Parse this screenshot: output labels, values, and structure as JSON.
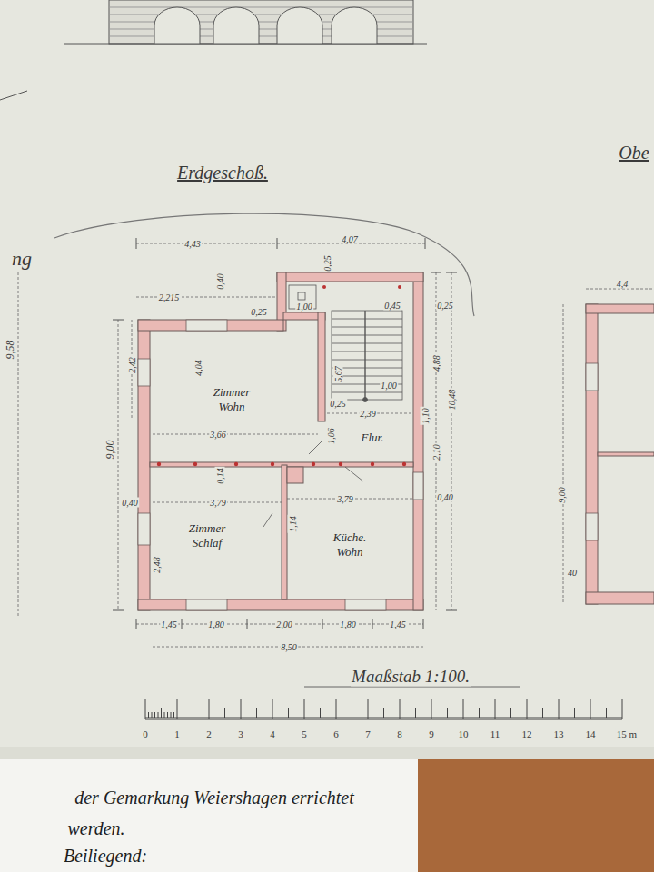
{
  "diagram": {
    "title": "Erdgeschoß.",
    "nodes": [
      {
        "text": [
          "Zimmer",
          "Wohn"
        ]
      },
      {
        "text": [
          "Flur."
        ]
      },
      {
        "text": [
          "Zimmer",
          "Schlaf"
        ]
      },
      {
        "text": [
          "Küche.",
          "Wohn"
        ]
      }
    ],
    "labels": [
      "4,43",
      "4,07",
      "2,215",
      "0,40",
      "0,25",
      "0,25",
      "1,00",
      "0,45",
      "0,25",
      "4,88",
      "10,48",
      "9,58",
      "2,42",
      "9,00",
      "4,04",
      "3,66",
      "5,67",
      "1,00",
      "0,25",
      "2,39",
      "1,06",
      "1,10",
      "2,10",
      "0,40",
      "0,40",
      "0,14",
      "3,79",
      "3,79",
      "1,14",
      "2,48",
      "1,45",
      "1,80",
      "2,00",
      "1,80",
      "1,45",
      "8,50",
      "Maaßstab 1:100.",
      "0",
      "1",
      "2",
      "3",
      "4",
      "5",
      "6",
      "7",
      "8",
      "9",
      "10",
      "11",
      "12",
      "13",
      "14",
      "15 m",
      "Obe",
      "4,4",
      "9,00",
      "40",
      "ng",
      "der Gemarkung Weiershagen errichtet",
      "werden.",
      "Beiliegend:"
    ]
  }
}
